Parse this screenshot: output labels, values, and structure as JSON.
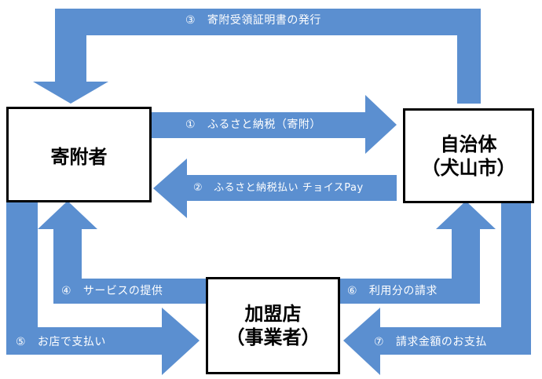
{
  "nodes": {
    "donor": {
      "name": "寄附者"
    },
    "municipality": {
      "name": "自治体",
      "sub": "（犬山市）"
    },
    "business": {
      "name": "加盟店",
      "sub": "（事業者）"
    }
  },
  "flows": [
    {
      "id": "flow-1",
      "number": "①",
      "label": "ふるさと納税（寄附）"
    },
    {
      "id": "flow-2",
      "number": "②",
      "label": "ふるさと納税払い チョイスPay"
    },
    {
      "id": "flow-3",
      "number": "③",
      "label": "寄附受領証明書の発行"
    },
    {
      "id": "flow-4",
      "number": "④",
      "label": "サービスの提供"
    },
    {
      "id": "flow-5",
      "number": "⑤",
      "label": "お店で支払い"
    },
    {
      "id": "flow-6",
      "number": "⑥",
      "label": "利用分の請求"
    },
    {
      "id": "flow-7",
      "number": "⑦",
      "label": "請求金額のお支払"
    }
  ],
  "colors": {
    "arrow": "#5b8fd0",
    "border": "#000000",
    "arrow_text": "#ffffff"
  }
}
